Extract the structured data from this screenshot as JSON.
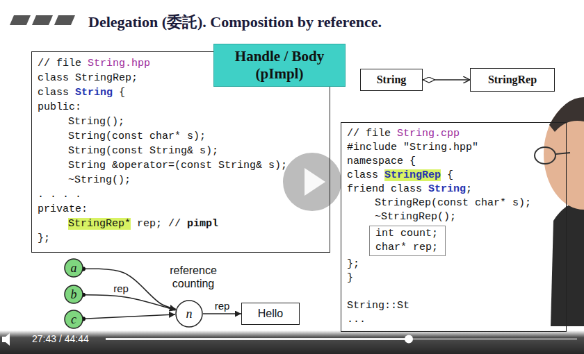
{
  "diagram": {
    "title": "Delegation (委託). Composition by reference.",
    "nodes": [
      {
        "text": [
          "// file String.hpp",
          "class StringRep;",
          "class String {",
          "public:",
          "String();",
          "String(const char* s);",
          "String(const String& s);",
          "String &operator=(const String& s);",
          "~String();",
          ". . . .",
          "private:",
          "StringRep* rep; // pimpl",
          "};"
        ]
      },
      {
        "text": [
          "Handle / Body (pImpl)"
        ]
      },
      {
        "text": [
          "String"
        ]
      },
      {
        "text": [
          "StringRep"
        ]
      },
      {
        "text": [
          "// file String.cpp",
          "#include \"String.hpp\"",
          "namespace {",
          "class StringRep {",
          "friend class String;",
          "StringRep(const char* s);",
          "~StringRep();",
          "};",
          "}",
          "String::St",
          "..."
        ]
      },
      {
        "text": [
          "int count;",
          "char* rep;"
        ],
        "in": 4
      },
      {
        "text": [
          "a"
        ]
      },
      {
        "text": [
          "b"
        ]
      },
      {
        "text": [
          "c"
        ]
      },
      {
        "text": [
          "n"
        ]
      },
      {
        "text": [
          "Hello"
        ]
      }
    ],
    "edges": [
      {
        "from": 2,
        "to": 3,
        "arrow": "to"
      },
      {
        "from": 6,
        "to": 9,
        "arrow": "to"
      },
      {
        "from": 7,
        "to": 9,
        "arrow": "to",
        "label": "rep"
      },
      {
        "from": 8,
        "to": 9,
        "arrow": "to"
      },
      {
        "from": 9,
        "to": 10,
        "arrow": "to",
        "label": "rep"
      }
    ],
    "labels": [
      "reference counting",
      "27:43 / 44:44"
    ]
  }
}
